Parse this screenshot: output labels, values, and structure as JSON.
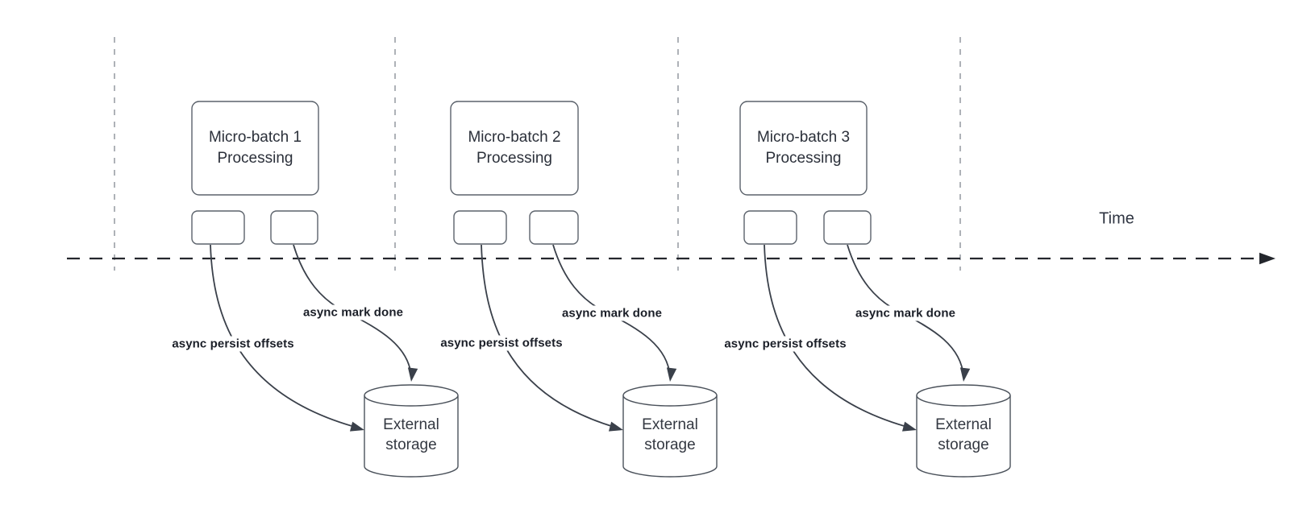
{
  "diagram": {
    "time_axis_label": "Time",
    "groups": [
      {
        "box_line1": "Micro-batch 1",
        "box_line2": "Processing",
        "persist_arrow_label": "async persist offsets",
        "done_arrow_label": "async mark done",
        "storage_line1": "External",
        "storage_line2": "storage"
      },
      {
        "box_line1": "Micro-batch 2",
        "box_line2": "Processing",
        "persist_arrow_label": "async persist offsets",
        "done_arrow_label": "async mark done",
        "storage_line1": "External",
        "storage_line2": "storage"
      },
      {
        "box_line1": "Micro-batch 3",
        "box_line2": "Processing",
        "persist_arrow_label": "async persist offsets",
        "done_arrow_label": "async mark done",
        "storage_line1": "External",
        "storage_line2": "storage"
      }
    ],
    "colors": {
      "background": "#ffffff",
      "shape_stroke": "#5b626b",
      "arrow_stroke": "#3a404a",
      "timeline_stroke": "#24272d",
      "guide_line": "#a0a5ab",
      "arrow_label_text": "#1a1e27",
      "node_text": "#2b303a",
      "time_text": "#2f3542"
    }
  }
}
